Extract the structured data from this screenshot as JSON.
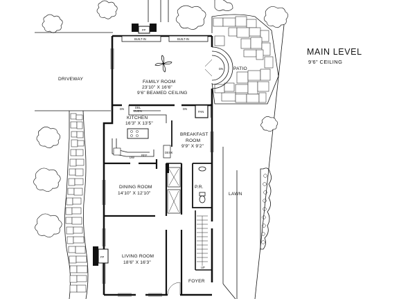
{
  "header": {
    "title": "MAIN LEVEL",
    "ceiling": "9'6\" CEILING"
  },
  "outdoor": {
    "driveway": "DRIVEWAY",
    "patio": "PATIO",
    "lawn": "LAWN"
  },
  "rooms": {
    "family": {
      "name": "FAMILY ROOM",
      "dims": "23'10\" X 16'6\"",
      "note": "9'6\" BEAMED CEILING"
    },
    "kitchen": {
      "name": "KITCHEN",
      "dims": "16'3\" X 13'5\""
    },
    "breakfast": {
      "name": "BREAKFAST",
      "name2": "ROOM",
      "dims": "9'9\" X 9'2\""
    },
    "dining": {
      "name": "DINING ROOM",
      "dims": "14'10\" X 12'10\""
    },
    "living": {
      "name": "LIVING ROOM",
      "dims": "18'6\" X 16'3\""
    },
    "foyer": {
      "name": "FOYER"
    },
    "powder": {
      "name": "P.R."
    }
  },
  "fixtures": {
    "fp_top": "FP",
    "fp_living": "FP",
    "built_in_left": "BUILT-IN",
    "built_in_right": "BUILT-IN",
    "dn_patio": "DN",
    "dn_left": "DN",
    "dn_right": "DN",
    "dbl_oven_1": "DBL",
    "dbl_oven_2": "OVEN",
    "pan": "PAN",
    "desk": "DESK",
    "ref": "REF",
    "dw": "DW",
    "up": "UP"
  }
}
